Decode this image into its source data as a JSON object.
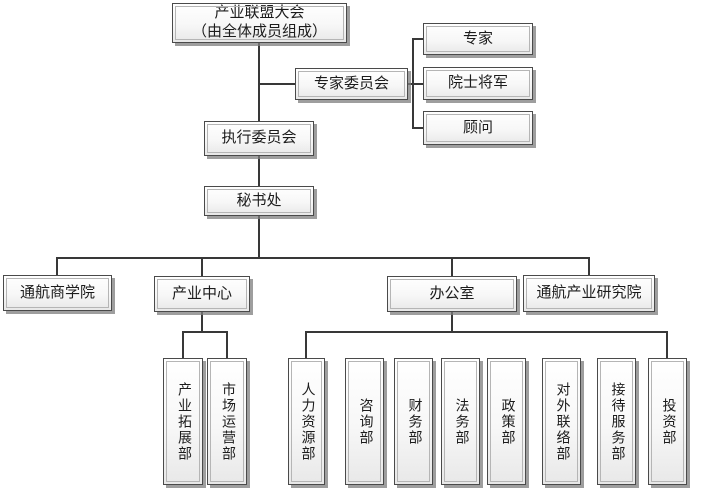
{
  "org_chart": {
    "root": {
      "line1": "产业联盟大会",
      "line2": "（由全体成员组成）"
    },
    "expert_branch": {
      "committee": "专家委员会",
      "members": [
        "专家",
        "院士将军",
        "顾问"
      ]
    },
    "executive_committee": "执行委员会",
    "secretariat": "秘书处",
    "divisions": [
      "通航商学院",
      "产业中心",
      "办公室",
      "通航产业研究院"
    ],
    "industry_center_departments": [
      "产业拓展部",
      "市场运营部"
    ],
    "office_departments": [
      "人力资源部",
      "咨询部",
      "财务部",
      "法务部",
      "政策部",
      "对外联络部",
      "接待服务部",
      "投资部"
    ]
  },
  "colors": {
    "background": "#ffffff",
    "box_border": "#4a4a4a",
    "box_inner_border": "#b5b5b5",
    "box_fill_top": "#ffffff",
    "box_fill_bottom": "#e8e8e8",
    "box_shadow": "#7d7d7d",
    "connector": "#383838",
    "text": "#1c1c1c"
  }
}
